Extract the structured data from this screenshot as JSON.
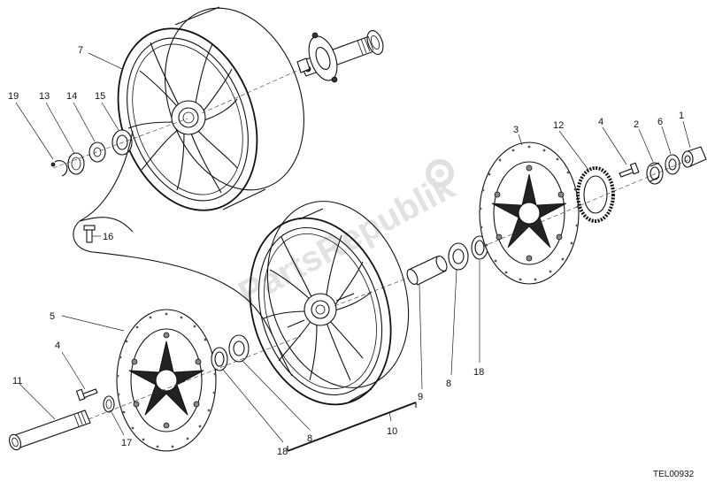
{
  "drawing_ref": "TEL00932",
  "watermark": "PartsRepublik",
  "callouts": {
    "c1": "1",
    "c2": "2",
    "c3": "3",
    "c4a": "4",
    "c4b": "4",
    "c5": "5",
    "c6": "6",
    "c7": "7",
    "c8a": "8",
    "c8b": "8",
    "c9": "9",
    "c10": "10",
    "c11": "11",
    "c12": "12",
    "c13": "13",
    "c14": "14",
    "c15": "15",
    "c16": "16",
    "c17": "17",
    "c18a": "18",
    "c18b": "18",
    "c19": "19"
  }
}
